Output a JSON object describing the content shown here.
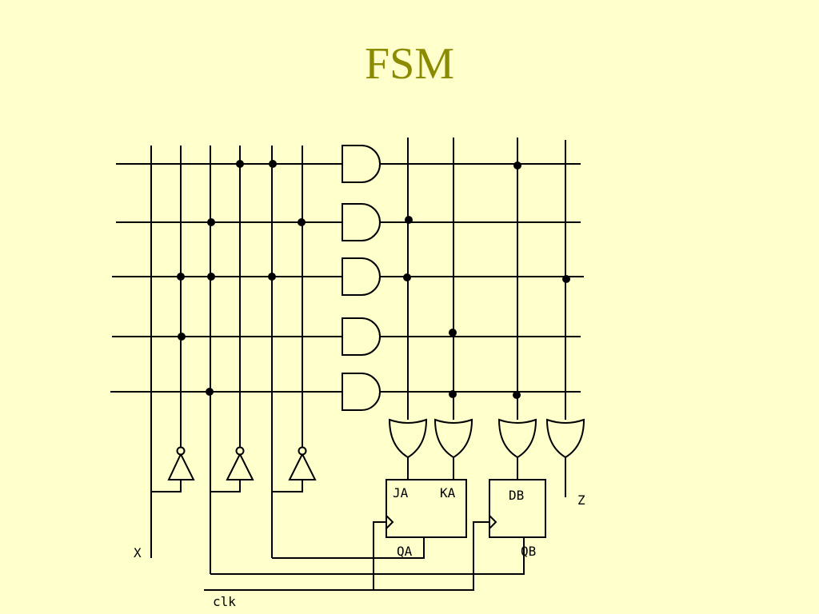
{
  "slide": {
    "title": "FSM"
  },
  "diagram": {
    "flipflop_a": {
      "inputs": [
        "JA",
        "KA"
      ],
      "output": "QA"
    },
    "flipflop_b": {
      "input": "DB",
      "output": "QB"
    },
    "signals": {
      "input": "X",
      "clock": "clk",
      "output": "Z"
    },
    "colors": {
      "background": "#ffffcc",
      "title": "#8b8b00",
      "wires": "#000000"
    }
  }
}
